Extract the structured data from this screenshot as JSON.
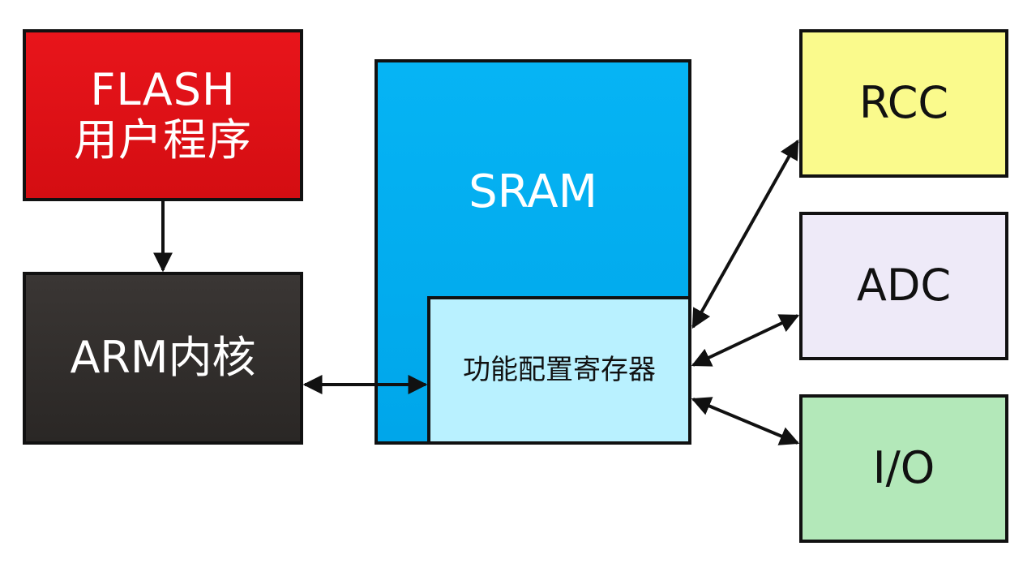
{
  "flash": {
    "title": "FLASH",
    "subtitle": "用户程序"
  },
  "arm": {
    "label": "ARM内核"
  },
  "sram": {
    "label": "SRAM"
  },
  "registers": {
    "label": "功能配置寄存器"
  },
  "peripherals": {
    "rcc": "RCC",
    "adc": "ADC",
    "io": "I/O"
  },
  "colors": {
    "flash": "#e8151b",
    "arm": "#312d2b",
    "sram": "#00a6ea",
    "registers": "#b9f1ff",
    "rcc": "#fafa8c",
    "adc": "#eeeaf8",
    "io": "#b3e8b9",
    "stroke": "#111111"
  }
}
